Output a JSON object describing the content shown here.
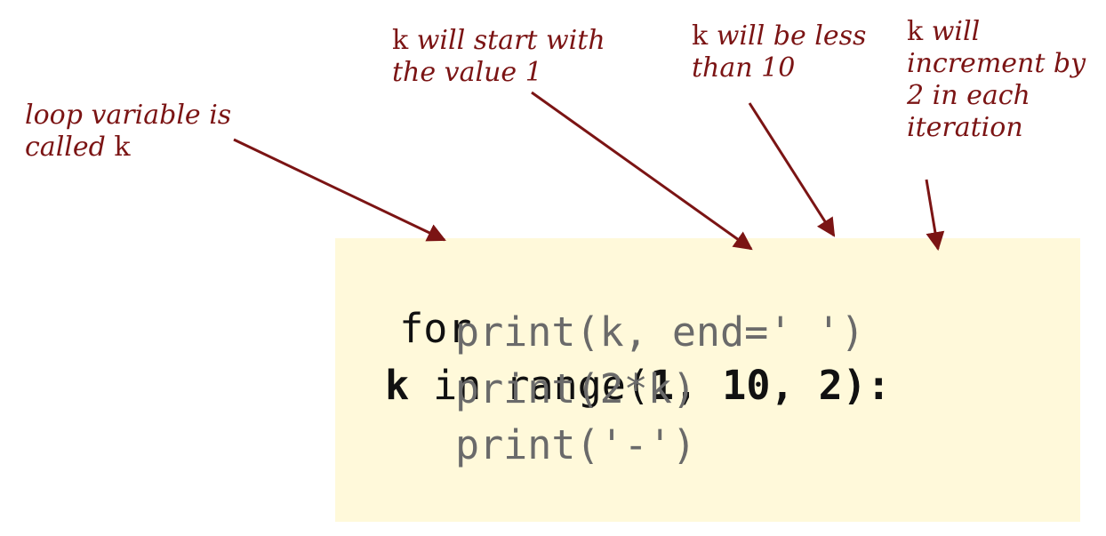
{
  "annotations": {
    "loop_var": {
      "line1": "loop variable is",
      "line2_italic": "called",
      "line2_k": "k"
    },
    "start": {
      "line1_k": "k",
      "line1_italic": "will start with",
      "line2": "the value 1"
    },
    "stop": {
      "line1_k": "k",
      "line1_italic": "will be less",
      "line2": "than 10"
    },
    "step": {
      "line1_k": "k",
      "line1_italic": "will",
      "line2": "increment by",
      "line3": "2 in each",
      "line4": "iteration"
    }
  },
  "code": {
    "kw_for": "for",
    "var": "k",
    "kw_in": " in ",
    "fn_range": "range(",
    "arg1": "1, ",
    "arg2": "10, ",
    "arg3": "2",
    "close": "):",
    "line2": "print(k, end=' ')",
    "line3": "print(2*k)",
    "line4": "print('-')"
  },
  "colors": {
    "annotation": "#7b1414",
    "code_background": "#fff9da",
    "body_code": "#6a6a6a"
  }
}
